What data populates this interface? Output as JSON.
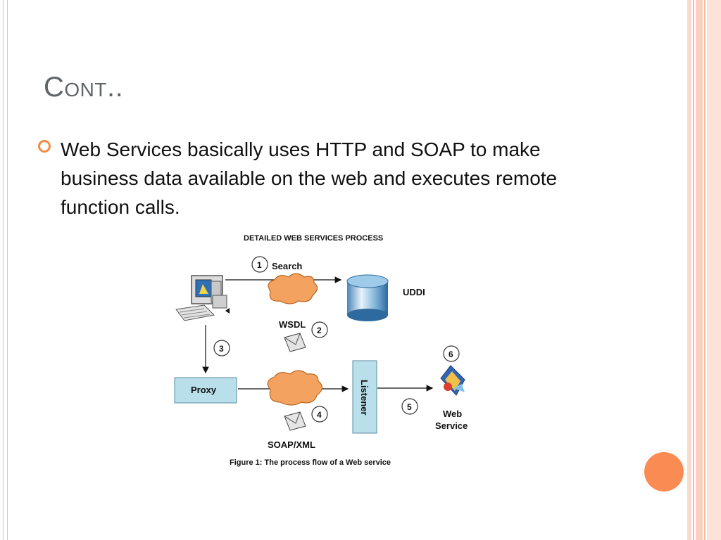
{
  "slide": {
    "title": "Cont..",
    "bullet": "Web Services basically uses HTTP and SOAP to make business data available on the web and executes remote function calls."
  },
  "diagram": {
    "heading": "DETAILED WEB SERVICES PROCESS",
    "caption": "Figure 1: The process flow of a Web service",
    "steps": [
      {
        "num": "1",
        "label": "Search"
      },
      {
        "num": "2",
        "label": "WSDL"
      },
      {
        "num": "3",
        "label": ""
      },
      {
        "num": "4",
        "label": "SOAP/XML"
      },
      {
        "num": "5",
        "label": ""
      },
      {
        "num": "6",
        "label": ""
      }
    ],
    "nodes": {
      "uddi": "UDDI",
      "proxy": "Proxy",
      "listener": "Listener",
      "web_service_line1": "Web",
      "web_service_line2": "Service"
    },
    "icons": [
      "computer-icon",
      "database-icon",
      "cloud-icon",
      "envelope-icon",
      "web-service-icon"
    ]
  },
  "colors": {
    "accent": "#f58a42",
    "title": "#5f6466",
    "box_fill": "#b9dfea",
    "cloud_fill": "#f3a35f",
    "border": "#f6b9a3"
  }
}
